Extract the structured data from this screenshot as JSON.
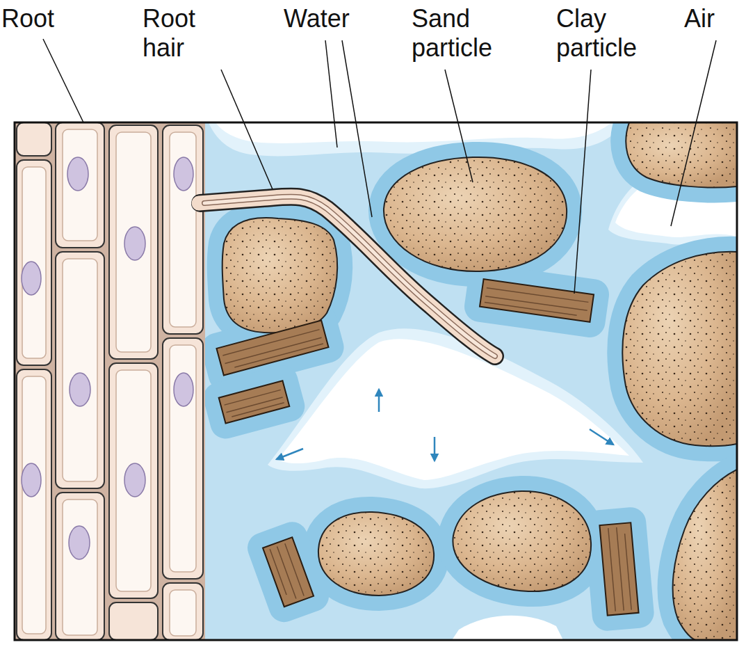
{
  "diagram": {
    "labels": [
      "Root",
      "Root hair",
      "Water",
      "Sand particle",
      "Clay particle",
      "Air"
    ]
  }
}
